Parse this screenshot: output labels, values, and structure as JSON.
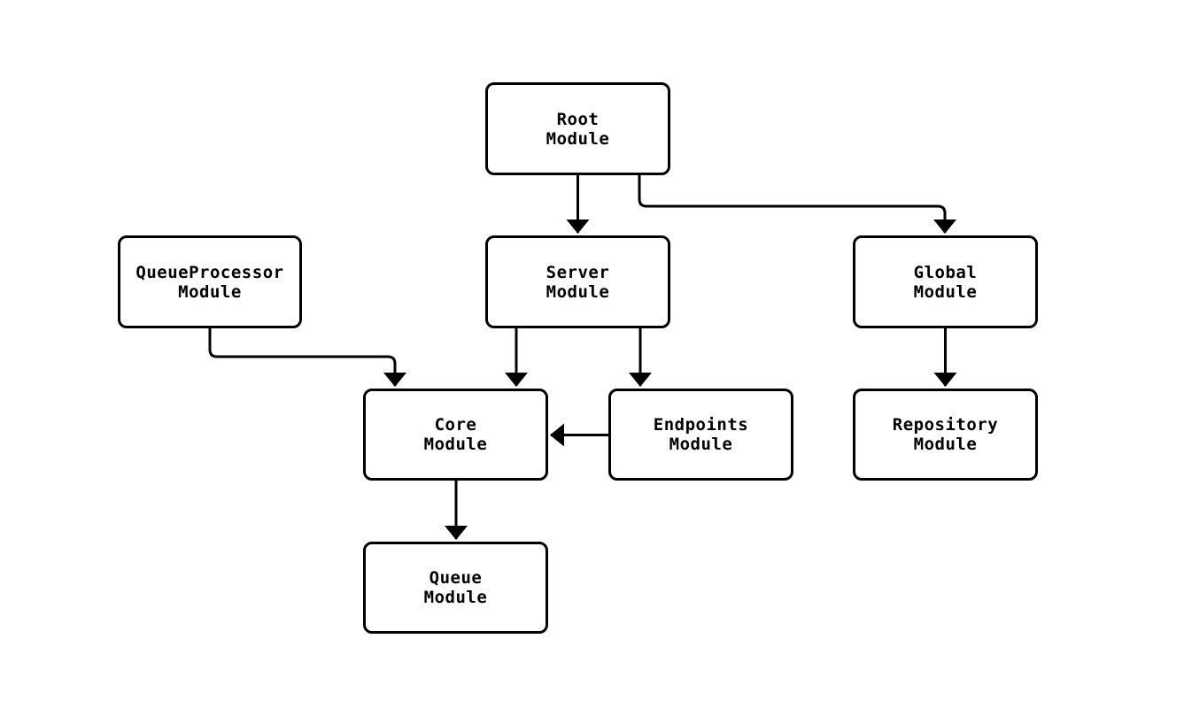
{
  "diagram": {
    "colors": {
      "background": "#ffffff",
      "line": "#000000",
      "box_fill": "#ffffff",
      "text": "#000000"
    },
    "nodes": [
      {
        "id": "root",
        "label": "Root\nModule"
      },
      {
        "id": "queueprocessor",
        "label": "QueueProcessor\nModule"
      },
      {
        "id": "server",
        "label": "Server\nModule"
      },
      {
        "id": "global",
        "label": "Global\nModule"
      },
      {
        "id": "core",
        "label": "Core\nModule"
      },
      {
        "id": "endpoints",
        "label": "Endpoints\nModule"
      },
      {
        "id": "repository",
        "label": "Repository\nModule"
      },
      {
        "id": "queue",
        "label": "Queue\nModule"
      }
    ],
    "edges": [
      {
        "from": "root",
        "to": "server"
      },
      {
        "from": "root",
        "to": "global"
      },
      {
        "from": "queueprocessor",
        "to": "core"
      },
      {
        "from": "server",
        "to": "core"
      },
      {
        "from": "server",
        "to": "endpoints"
      },
      {
        "from": "endpoints",
        "to": "core"
      },
      {
        "from": "global",
        "to": "repository"
      },
      {
        "from": "core",
        "to": "queue"
      }
    ]
  }
}
